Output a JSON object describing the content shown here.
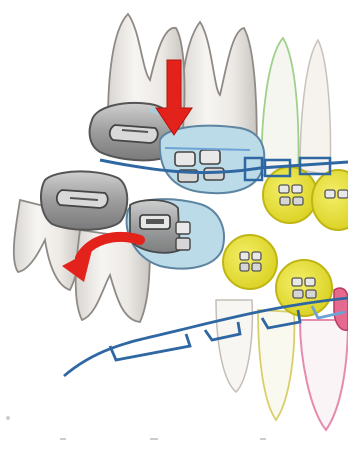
{
  "illustration": {
    "subject": "orthodontic-braces-on-teeth",
    "colors": {
      "tooth_fill": "#f3f1ee",
      "tooth_outline": "#8f8a86",
      "pink_tooth_outline": "#e58bb0",
      "green_tooth_outline": "#9fd18c",
      "band_fill": "#b9d8e6",
      "band_outline": "#6a8fa6",
      "bracket_gray": "#a7a7a7",
      "bracket_dark": "#666666",
      "yellow_band": "#e5df2a",
      "yellow_band_outline": "#c7bd18",
      "wire_blue": "#2f67a3",
      "wire_light": "#6fa3d6",
      "arrow_red": "#e3221b"
    },
    "arrows": [
      {
        "name": "down-arrow",
        "direction": "down"
      },
      {
        "name": "curved-arrow",
        "direction": "left"
      }
    ]
  }
}
